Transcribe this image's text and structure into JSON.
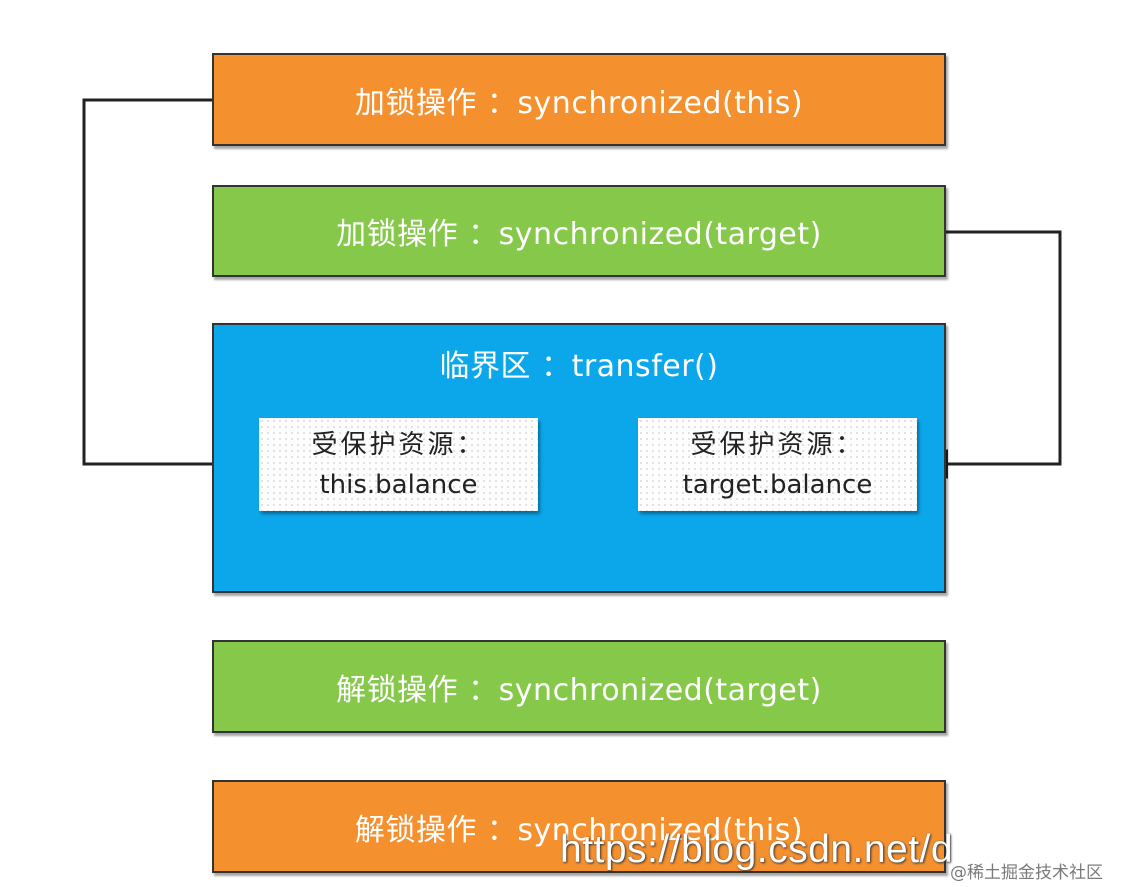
{
  "boxes": {
    "lock_this": "加锁操作 ：synchronized(this)",
    "lock_target": "加锁操作 ：synchronized(target)",
    "critical": "临界区 ：transfer()",
    "unlock_target": "解锁操作 ：synchronized(target)",
    "unlock_this": "解锁操作 ：synchronized(this)"
  },
  "resources": {
    "this": {
      "label": "受保护资源：",
      "value": "this.balance"
    },
    "target": {
      "label": "受保护资源：",
      "value": "target.balance"
    }
  },
  "colors": {
    "orange": "#f5902e",
    "green": "#86c84a",
    "blue": "#0ba7ea",
    "connector": "#222222"
  },
  "watermark": {
    "url": "https://blog.csdn.net/d",
    "community": "@稀土掘金技术社区"
  }
}
